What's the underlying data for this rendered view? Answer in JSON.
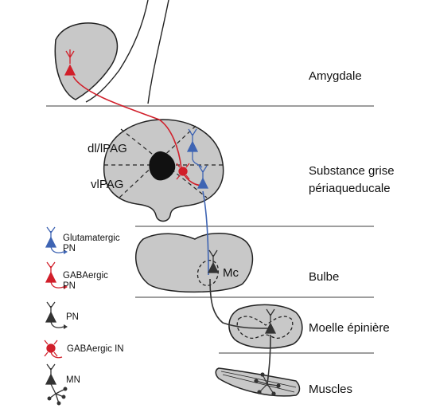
{
  "colors": {
    "glutamatergic": "#3e64b3",
    "gabaergic": "#d11f2a",
    "neutral": "#333333",
    "tissue_fill": "#c8c8c8",
    "divider": "#9e9e9e"
  },
  "regions": {
    "amygdala": "Amygdale",
    "pag_line1": "Substance grise",
    "pag_line2": "périaqueducale",
    "medulla": "Bulbe",
    "spinal_cord": "Moelle épinière",
    "muscles": "Muscles"
  },
  "pag": {
    "dorsolateral": "dl/lPAG",
    "ventrolateral": "vlPAG"
  },
  "medulla_nucleus": "Mc",
  "legend": {
    "glutamatergic_line1": "Glutamatergic",
    "glutamatergic_line2": "PN",
    "gabaergic_line1": "GABAergic",
    "gabaergic_line2": "PN",
    "pn": "PN",
    "gabaergic_in": "GABAergic IN",
    "mn": "MN"
  },
  "icons": [
    "projection-neuron-icon",
    "interneuron-icon",
    "motor-neuron-icon"
  ]
}
